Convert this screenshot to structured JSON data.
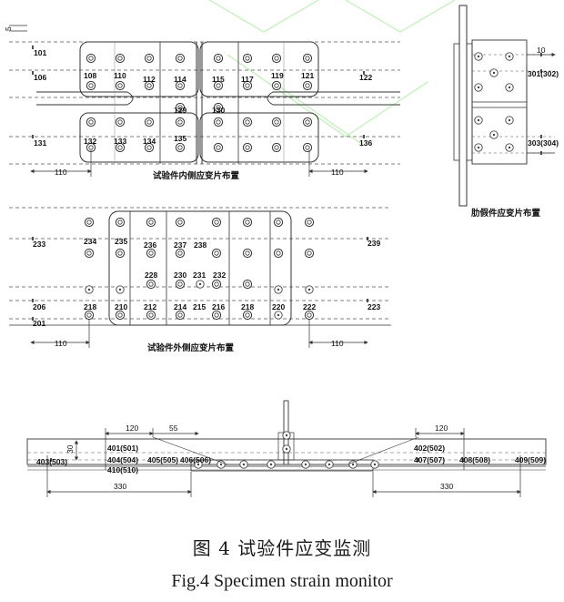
{
  "captions": {
    "cn": "图 4    试验件应变监测",
    "en": "Fig.4    Specimen strain monitor"
  },
  "inner": {
    "title": "试验件内侧应变片布置",
    "labels": [
      "101",
      "106",
      "108",
      "110",
      "112",
      "114",
      "115",
      "117",
      "119",
      "121",
      "122",
      "129",
      "130",
      "131",
      "132",
      "133",
      "134",
      "135",
      "136"
    ],
    "dims": [
      "110",
      "110"
    ],
    "top_mark": "5"
  },
  "rib": {
    "title": "肋假件应变片布置",
    "labels": [
      "10",
      "301(302)",
      "303(304)"
    ]
  },
  "outer": {
    "title": "试验件外侧应变片布置",
    "labels": [
      "233",
      "234",
      "235",
      "236",
      "237",
      "238",
      "239",
      "228",
      "230",
      "231",
      "232",
      "206",
      "201",
      "218",
      "210",
      "212",
      "214",
      "215",
      "216",
      "218",
      "220",
      "222",
      "223"
    ],
    "dims": [
      "110",
      "110"
    ]
  },
  "side": {
    "labels": [
      "401(501)",
      "404(504)",
      "410(510)",
      "405(505)",
      "406(506)",
      "403(503)",
      "402(502)",
      "407(507)",
      "408(508)",
      "409(509)"
    ],
    "dims": [
      "120",
      "55",
      "30",
      "330",
      "120",
      "330"
    ]
  },
  "colors": {
    "line": "#333333",
    "dash": "#555555",
    "watermark": "#b9eeb0"
  }
}
